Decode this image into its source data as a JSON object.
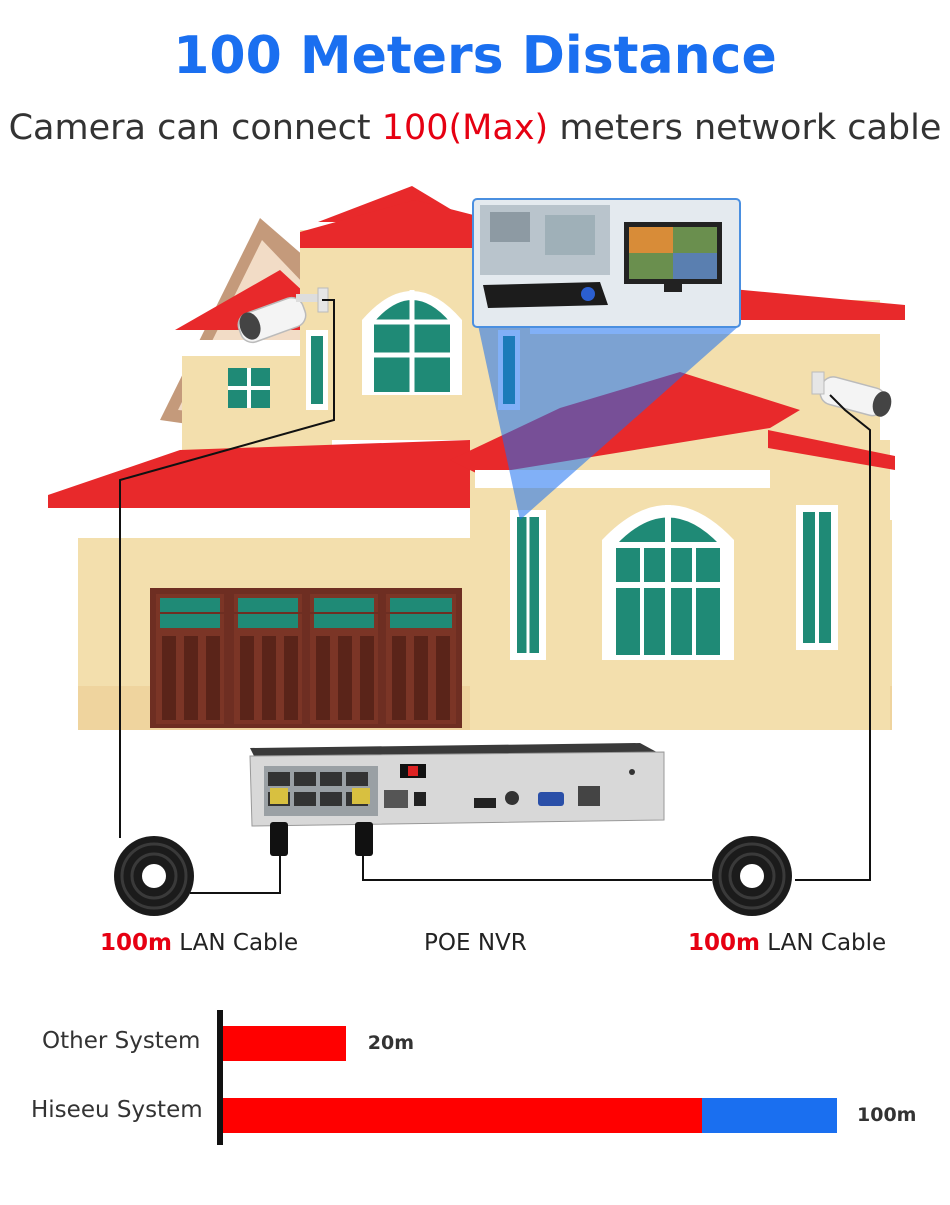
{
  "header": {
    "title": "100 Meters Distance",
    "subtitle_before": "Camera can connect ",
    "subtitle_highlight": "100(Max)",
    "subtitle_after": " meters network cable"
  },
  "captions": {
    "left_highlight": "100m",
    "left_text": " LAN Cable",
    "middle": "POE NVR",
    "right_highlight": "100m",
    "right_text": " LAN Cable"
  },
  "colors": {
    "accent_blue": "#1a6ff0",
    "highlight_red": "#e60012",
    "roof_red": "#e8292b",
    "wall_cream": "#f3dfad",
    "window_teal": "#1f8a76"
  },
  "comparison": {
    "rows": [
      {
        "label": "Other System",
        "value_label": "20m",
        "value": 20
      },
      {
        "label": "Hiseeu System",
        "value_label": "100m",
        "value": 100,
        "red_portion": 78
      }
    ]
  }
}
